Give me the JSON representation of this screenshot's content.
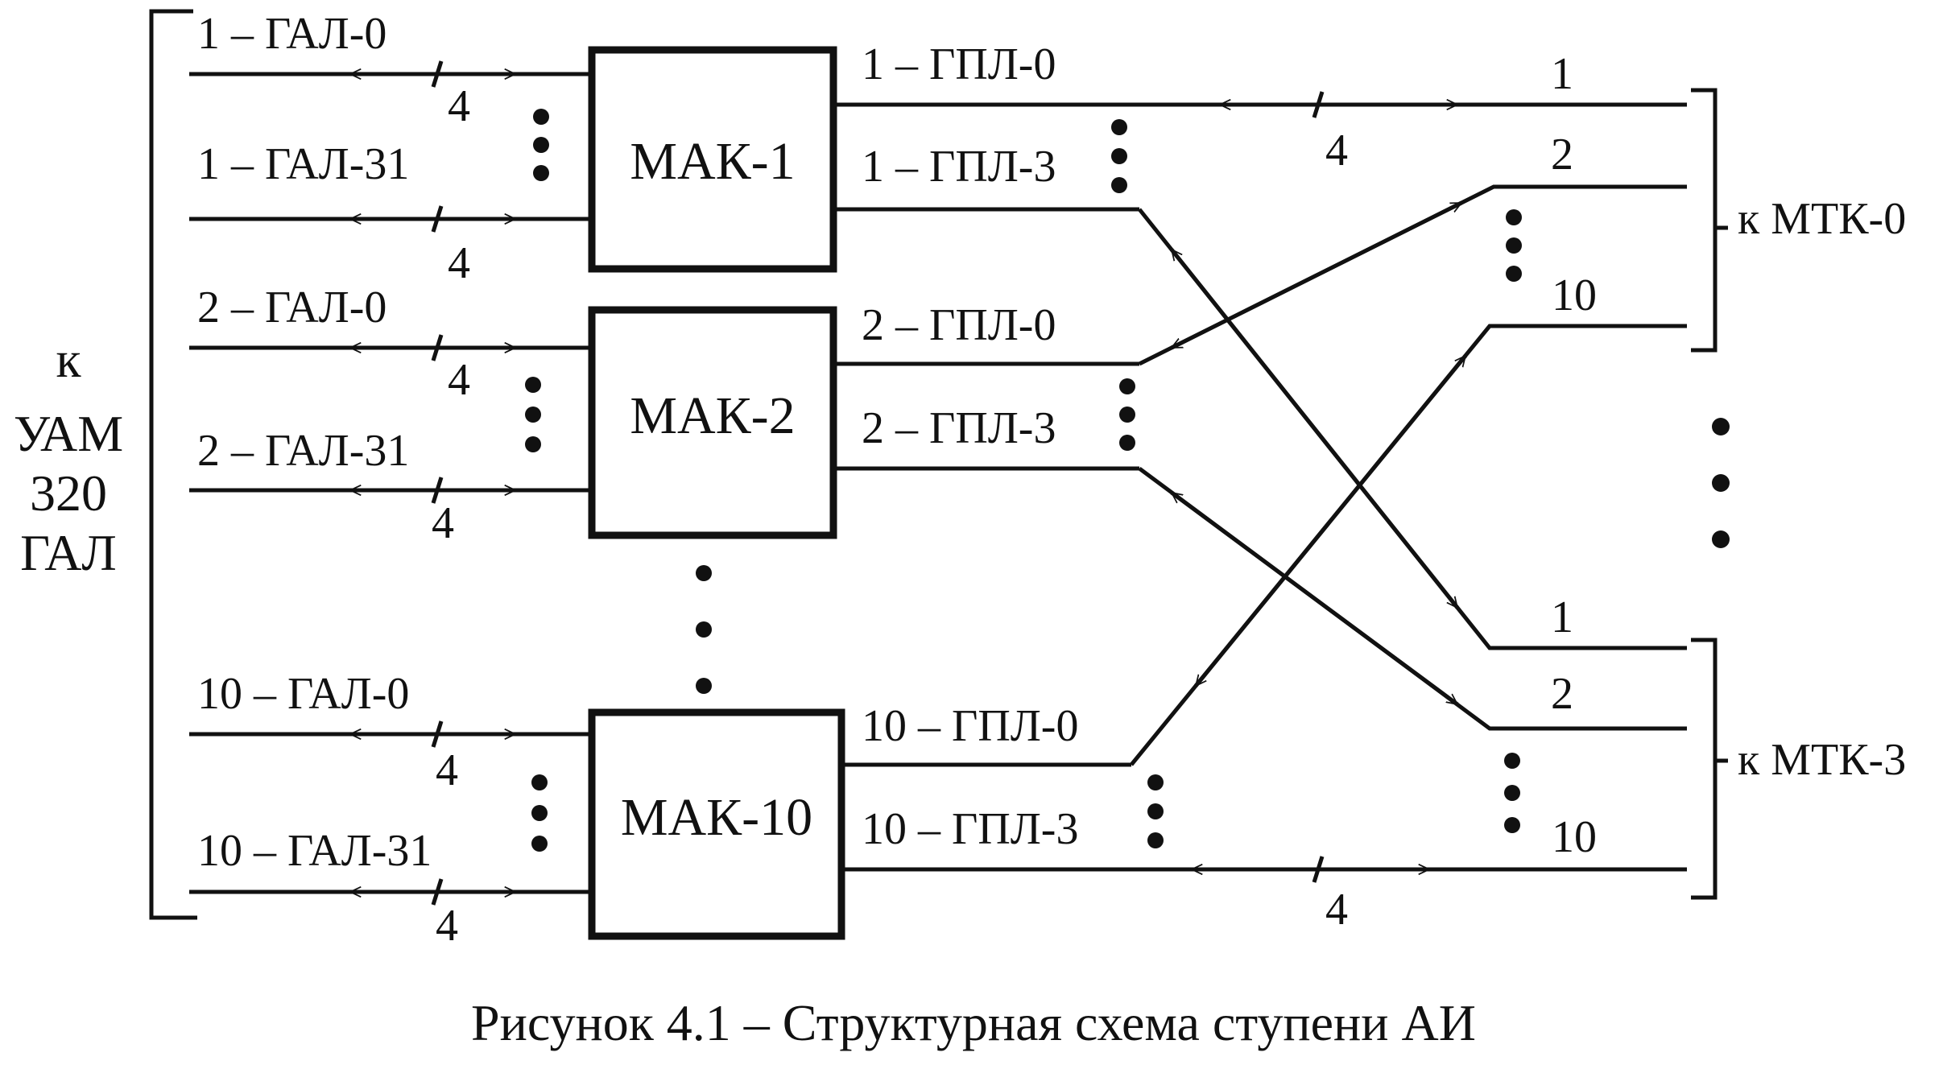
{
  "left_side_label": [
    "к",
    "УАМ",
    "320",
    "ГАЛ"
  ],
  "modules": [
    {
      "name": "МАК-1",
      "in_top": "1 – ГАЛ-0",
      "in_bottom": "1 – ГАЛ-31",
      "out_top": "1 – ГПЛ-0",
      "out_bottom": "1 – ГПЛ-3"
    },
    {
      "name": "МАК-2",
      "in_top": "2 – ГАЛ-0",
      "in_bottom": "2 – ГАЛ-31",
      "out_top": "2 – ГПЛ-0",
      "out_bottom": "2 – ГПЛ-3"
    },
    {
      "name": "МАК-10",
      "in_top": "10 – ГАЛ-0",
      "in_bottom": "10 – ГАЛ-31",
      "out_top": "10 – ГПЛ-0",
      "out_bottom": "10 – ГПЛ-3"
    }
  ],
  "bus_width": "4",
  "mtk_groups": [
    {
      "label": "к МТК-0",
      "ports": [
        "1",
        "2",
        "10"
      ]
    },
    {
      "label": "к МТК-3",
      "ports": [
        "1",
        "2",
        "10"
      ]
    }
  ],
  "caption": "Рисунок 4.1 – Структурная схема ступени АИ"
}
